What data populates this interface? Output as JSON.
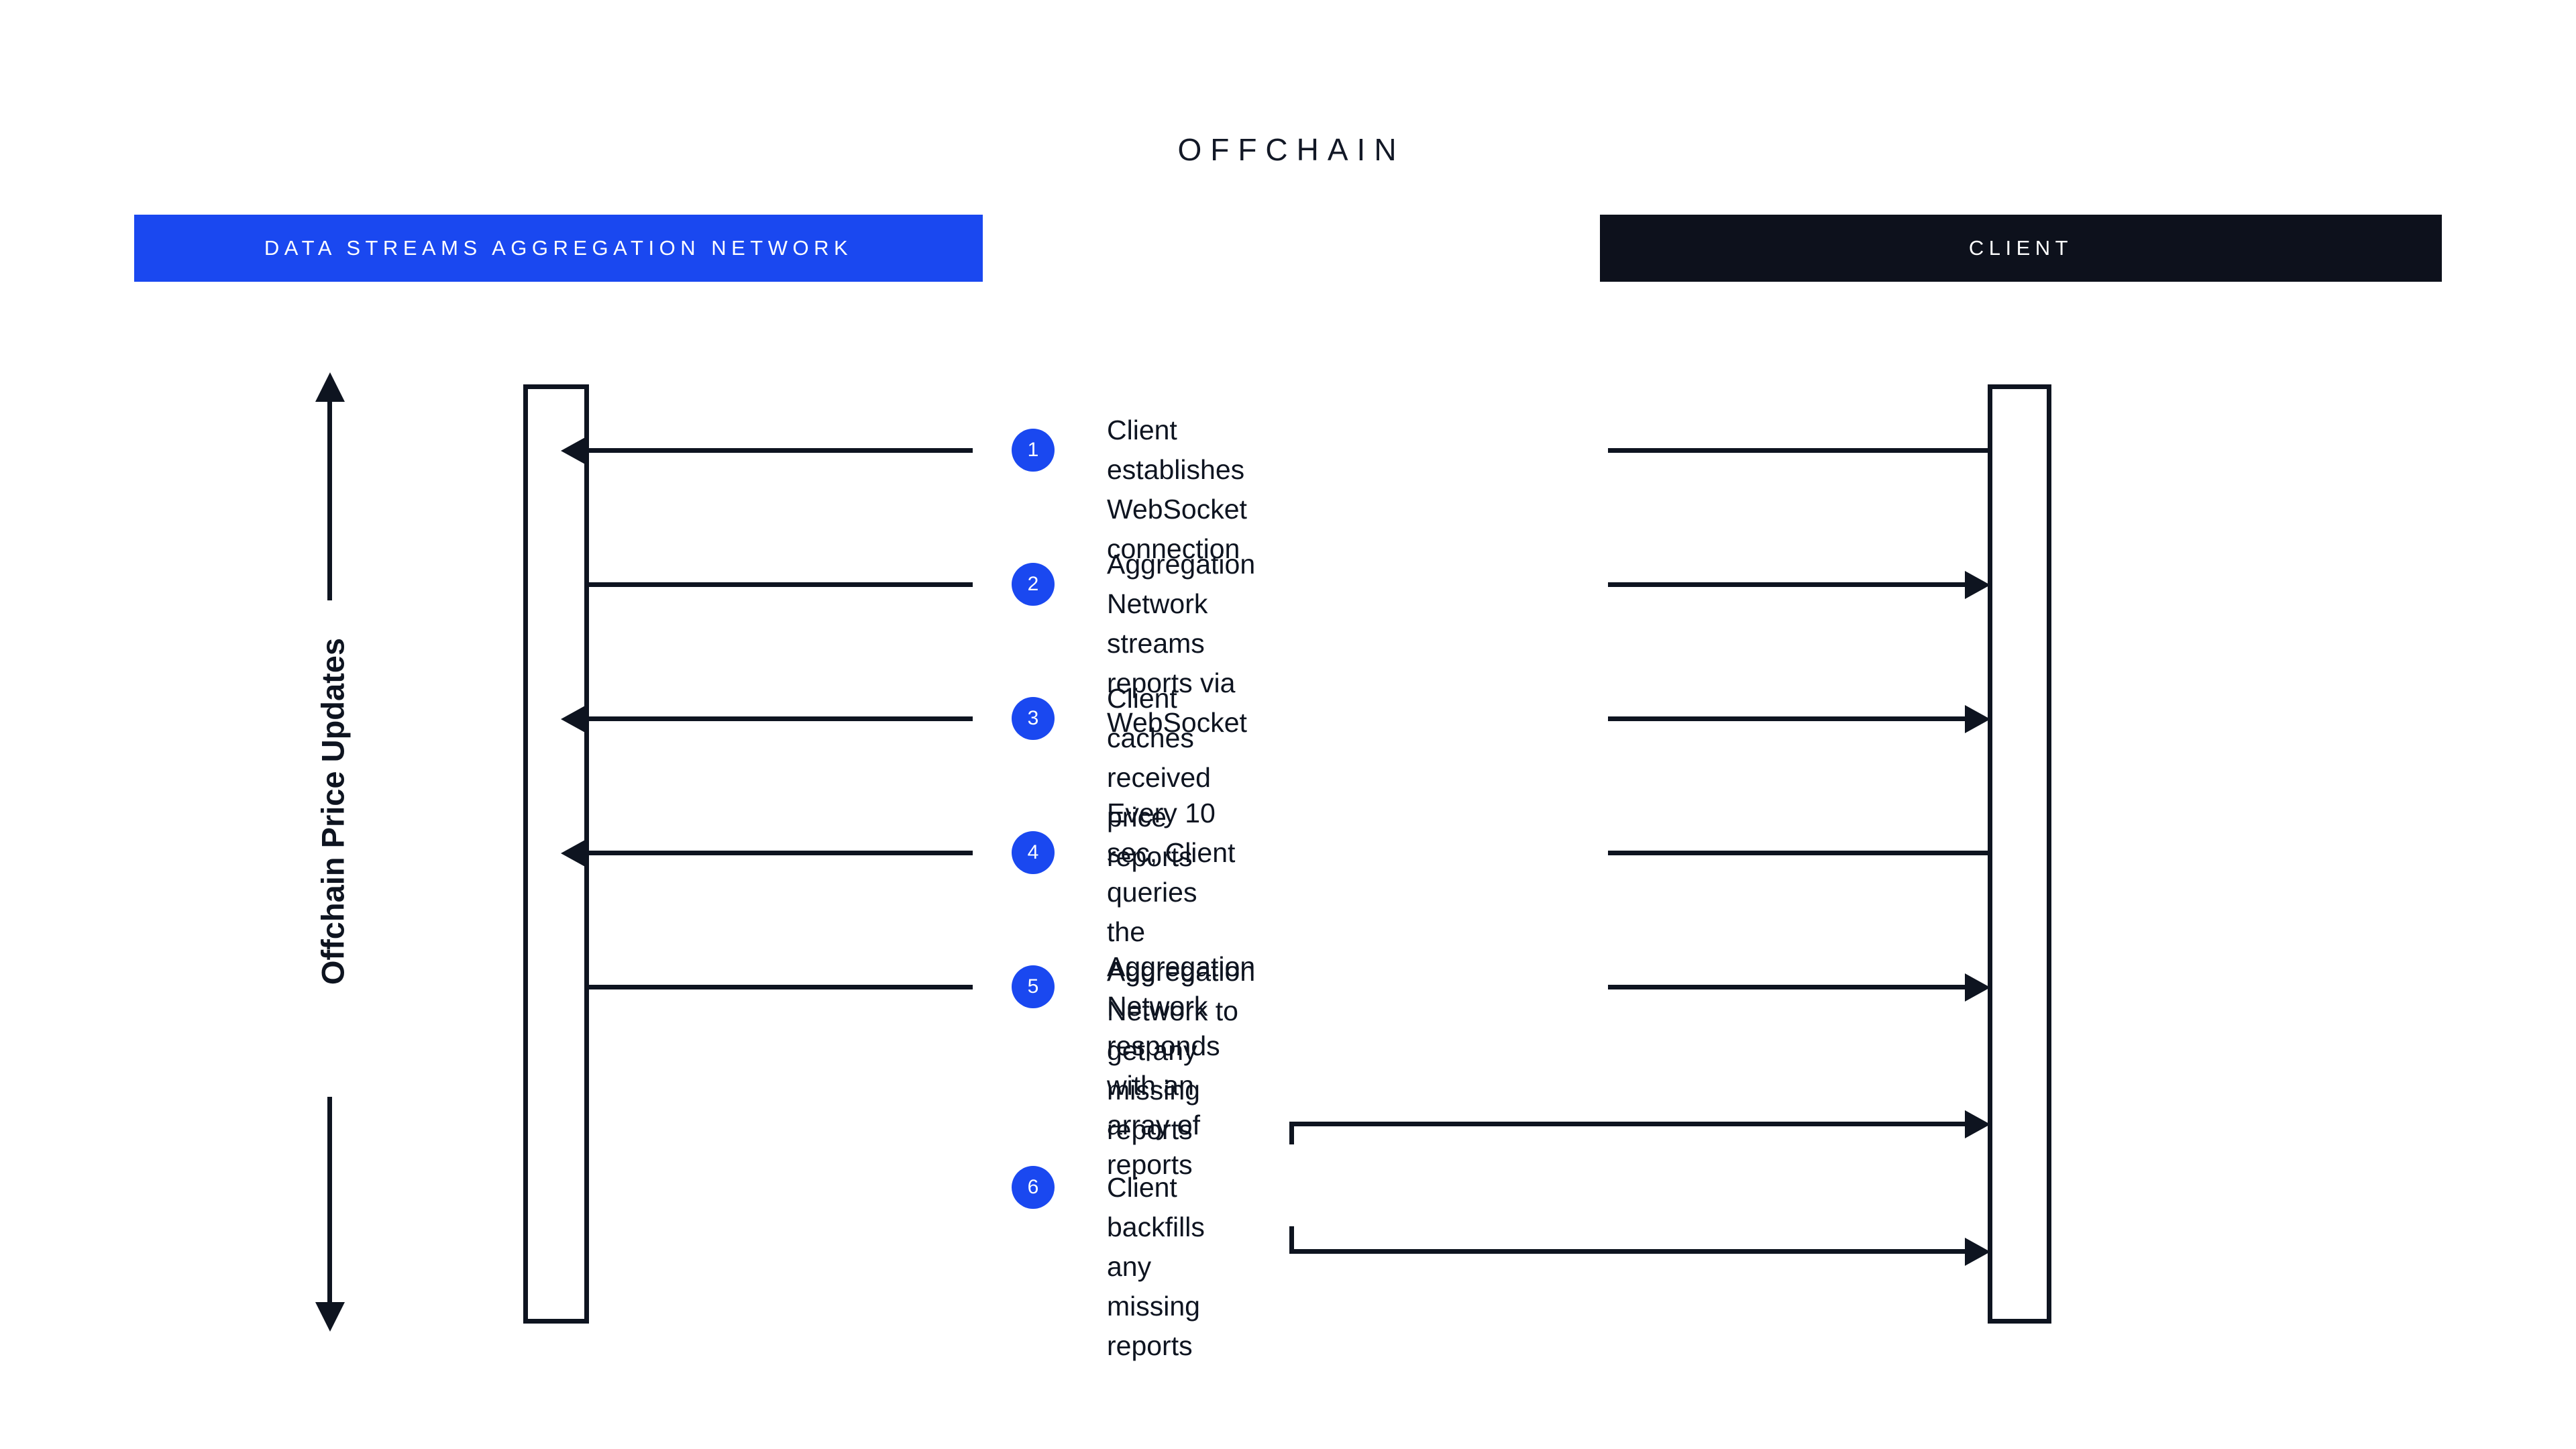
{
  "diagram": {
    "title": "OFFCHAIN",
    "background_color": "#ffffff",
    "accent_blue": "#1a48f0",
    "ink": "#0e1420",
    "lanes": [
      {
        "id": "aggregation-network",
        "label": "DATA STREAMS AGGREGATION NETWORK",
        "header_bg": "#1a48f0",
        "header_text_color": "#ffffff"
      },
      {
        "id": "client",
        "label": "CLIENT",
        "header_bg": "#0d111c",
        "header_text_color": "#ffffff"
      }
    ],
    "axis": {
      "label": "Offchain Price Updates",
      "arrow_head_top": "up-arrow-icon",
      "arrow_head_bottom": "down-arrow-icon"
    },
    "steps": [
      {
        "number": "1",
        "text": "Client establishes\nWebSocket connection",
        "left_arrow": "left",
        "right_arrow": "none"
      },
      {
        "number": "2",
        "text": "Aggregation Network streams\nreports via WebSocket",
        "left_arrow": "none",
        "right_arrow": "right"
      },
      {
        "number": "3",
        "text": "Client caches received\nprice reports",
        "left_arrow": "left",
        "right_arrow": "right"
      },
      {
        "number": "4",
        "text": "Every 10 sec, Client queries\nthe Aggregation Network to\nget any missing reports",
        "left_arrow": "left",
        "right_arrow": "none"
      },
      {
        "number": "5",
        "text": "Aggregation Network responds\nwith an array of reports",
        "left_arrow": "none",
        "right_arrow": "right"
      },
      {
        "number": "6",
        "text": "Client backfills any missing reports",
        "left_arrow": "none",
        "right_arrow": "right"
      }
    ]
  }
}
